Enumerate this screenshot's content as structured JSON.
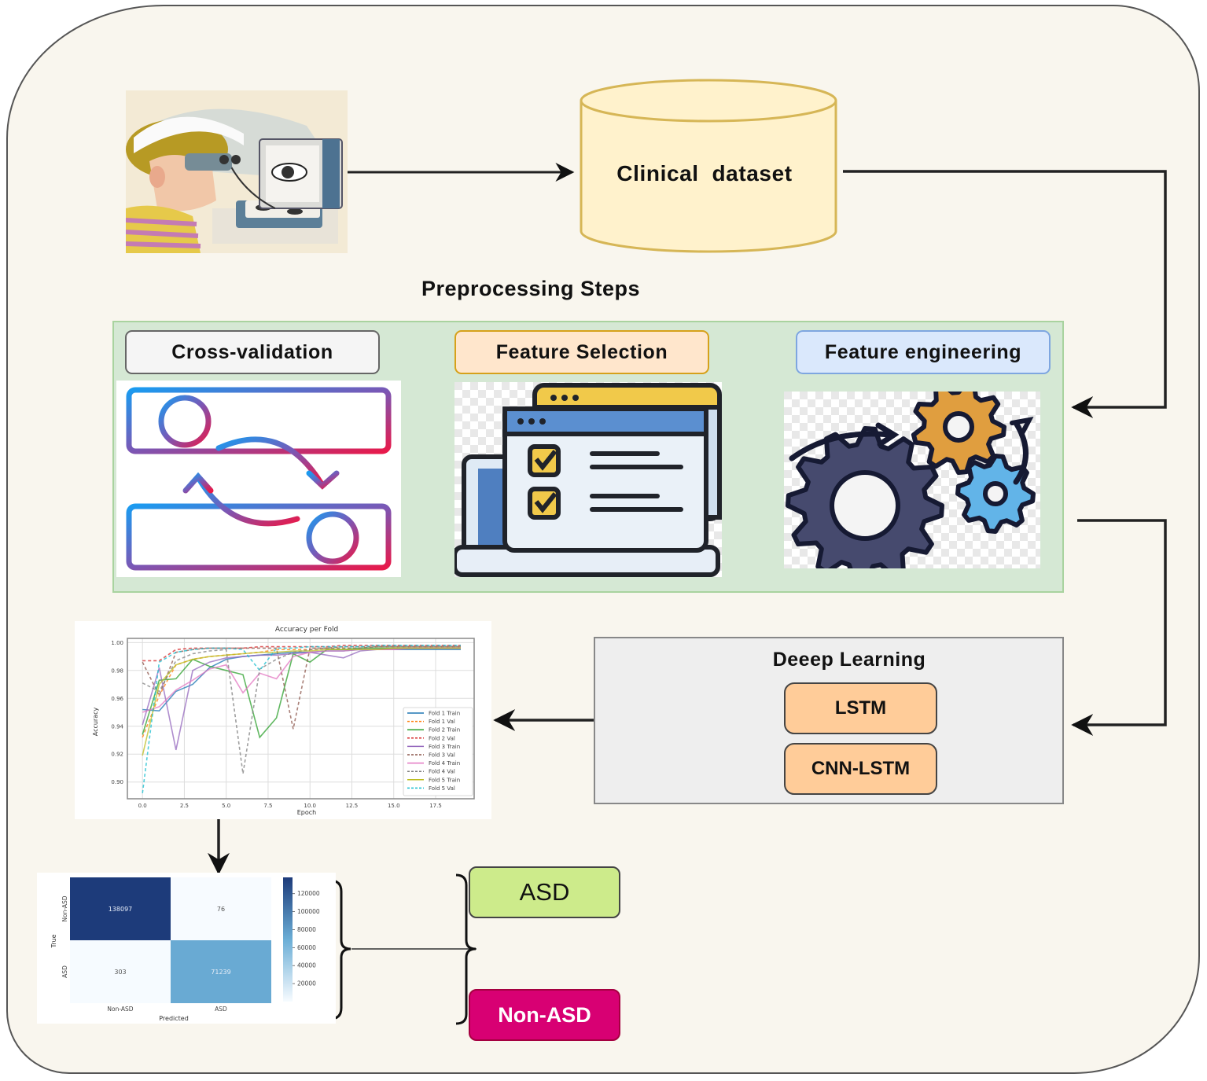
{
  "diagram": {
    "input_image": {
      "description": "Child looking into eye-tracking device showing an eye on a monitor",
      "icon": "eye-tracking-illustration"
    },
    "dataset": {
      "label": "Clinical  dataset",
      "icon": "database-cylinder"
    },
    "preprocessing": {
      "title": "Preprocessing Steps",
      "steps": [
        {
          "label": "Cross-validation",
          "icon": "swap-cycle-icon"
        },
        {
          "label": "Feature Selection",
          "icon": "checklist-laptop-icon"
        },
        {
          "label": "Feature engineering",
          "icon": "gears-icon"
        }
      ]
    },
    "deep_learning": {
      "title": "Deeep Learning",
      "models": [
        "LSTM",
        "CNN-LSTM"
      ]
    },
    "outputs": {
      "asd": "ASD",
      "non_asd": "Non-ASD"
    },
    "colors": {
      "background": "#f9f6ee",
      "preprocessing_panel": "#d5e8d4",
      "dataset_fill": "#fff2cc",
      "dataset_stroke": "#d6b656",
      "model_fill": "#ffcc99",
      "asd_fill": "#cdeb8b",
      "non_asd_fill": "#d80073"
    }
  },
  "chart_data": [
    {
      "type": "line",
      "title": "Accuracy per Fold",
      "xlabel": "Epoch",
      "ylabel": "Accuracy",
      "xlim": [
        -0.9,
        19.8
      ],
      "ylim": [
        0.888,
        1.003
      ],
      "xticks": [
        "0.0",
        "2.5",
        "5.0",
        "7.5",
        "10.0",
        "12.5",
        "15.0",
        "17.5"
      ],
      "xtick_values": [
        0,
        2.5,
        5,
        7.5,
        10,
        12.5,
        15,
        17.5
      ],
      "yticks": [
        "0.90",
        "0.92",
        "0.94",
        "0.96",
        "0.98",
        "1.00"
      ],
      "ytick_values": [
        0.9,
        0.92,
        0.94,
        0.96,
        0.98,
        1.0
      ],
      "grid": true,
      "legend": "center-right",
      "x": [
        0,
        1,
        2,
        3,
        4,
        5,
        6,
        7,
        8,
        9,
        10,
        11,
        12,
        13,
        14,
        15,
        16,
        17,
        18,
        19
      ],
      "series": [
        {
          "name": "Fold 1 Train",
          "color": "#1f77b4",
          "dashed": false,
          "values": [
            0.952,
            0.951,
            0.965,
            0.97,
            0.982,
            0.988,
            0.99,
            0.991,
            0.992,
            0.993,
            0.993,
            0.994,
            0.994,
            0.995,
            0.995,
            0.995,
            0.995,
            0.995,
            0.995,
            0.995
          ]
        },
        {
          "name": "Fold 1 Val",
          "color": "#ff7f0e",
          "dashed": true,
          "values": [
            0.932,
            0.962,
            0.984,
            0.988,
            0.99,
            0.991,
            0.992,
            0.993,
            0.995,
            0.995,
            0.995,
            0.996,
            0.996,
            0.996,
            0.997,
            0.997,
            0.997,
            0.997,
            0.997,
            0.997
          ]
        },
        {
          "name": "Fold 2 Train",
          "color": "#2ca02c",
          "dashed": false,
          "values": [
            0.934,
            0.973,
            0.974,
            0.988,
            0.983,
            0.98,
            0.977,
            0.932,
            0.946,
            0.992,
            0.986,
            0.995,
            0.995,
            0.996,
            0.996,
            0.996,
            0.996,
            0.996,
            0.996,
            0.996
          ]
        },
        {
          "name": "Fold 2 Val",
          "color": "#d62728",
          "dashed": true,
          "values": [
            0.987,
            0.987,
            0.995,
            0.996,
            0.996,
            0.996,
            0.996,
            0.997,
            0.997,
            0.997,
            0.997,
            0.997,
            0.998,
            0.998,
            0.998,
            0.998,
            0.998,
            0.998,
            0.998,
            0.998
          ]
        },
        {
          "name": "Fold 3 Train",
          "color": "#9467bd",
          "dashed": false,
          "values": [
            0.941,
            0.982,
            0.923,
            0.98,
            0.986,
            0.989,
            0.99,
            0.991,
            0.991,
            0.992,
            0.993,
            0.991,
            0.989,
            0.994,
            0.995,
            0.995,
            0.996,
            0.996,
            0.996,
            0.996
          ]
        },
        {
          "name": "Fold 3 Val",
          "color": "#8c564b",
          "dashed": true,
          "values": [
            0.986,
            0.962,
            0.993,
            0.995,
            0.996,
            0.996,
            0.996,
            0.996,
            0.996,
            0.938,
            0.996,
            0.996,
            0.997,
            0.997,
            0.997,
            0.997,
            0.997,
            0.997,
            0.997,
            0.997
          ]
        },
        {
          "name": "Fold 4 Train",
          "color": "#e377c2",
          "dashed": false,
          "values": [
            0.95,
            0.954,
            0.966,
            0.973,
            0.981,
            0.984,
            0.964,
            0.978,
            0.974,
            0.99,
            0.993,
            0.994,
            0.994,
            0.995,
            0.995,
            0.995,
            0.996,
            0.996,
            0.996,
            0.996
          ]
        },
        {
          "name": "Fold 4 Val",
          "color": "#7f7f7f",
          "dashed": true,
          "values": [
            0.971,
            0.965,
            0.987,
            0.992,
            0.994,
            0.995,
            0.906,
            0.981,
            0.988,
            0.993,
            0.995,
            0.996,
            0.996,
            0.996,
            0.997,
            0.997,
            0.997,
            0.997,
            0.997,
            0.997
          ]
        },
        {
          "name": "Fold 5 Train",
          "color": "#bcbd22",
          "dashed": false,
          "values": [
            0.919,
            0.97,
            0.984,
            0.988,
            0.99,
            0.991,
            0.992,
            0.993,
            0.993,
            0.994,
            0.994,
            0.995,
            0.995,
            0.995,
            0.995,
            0.996,
            0.996,
            0.996,
            0.996,
            0.996
          ]
        },
        {
          "name": "Fold 5 Val",
          "color": "#17becf",
          "dashed": true,
          "values": [
            0.892,
            0.986,
            0.993,
            0.995,
            0.996,
            0.996,
            0.995,
            0.98,
            0.996,
            0.996,
            0.997,
            0.997,
            0.997,
            0.997,
            0.998,
            0.998,
            0.998,
            0.998,
            0.998,
            0.998
          ]
        }
      ]
    },
    {
      "type": "heatmap",
      "title": "",
      "xlabel": "Predicted",
      "ylabel": "True",
      "x_categories": [
        "Non-ASD",
        "ASD"
      ],
      "y_categories": [
        "Non-ASD",
        "ASD"
      ],
      "values": [
        [
          138097,
          76
        ],
        [
          303,
          71239
        ]
      ],
      "colormap": "Blues",
      "colorbar_ticks": [
        "20000",
        "40000",
        "60000",
        "80000",
        "100000",
        "120000"
      ],
      "colorbar_tick_values": [
        20000,
        40000,
        60000,
        80000,
        100000,
        120000
      ],
      "colorbar_range": [
        0,
        138097
      ]
    }
  ]
}
